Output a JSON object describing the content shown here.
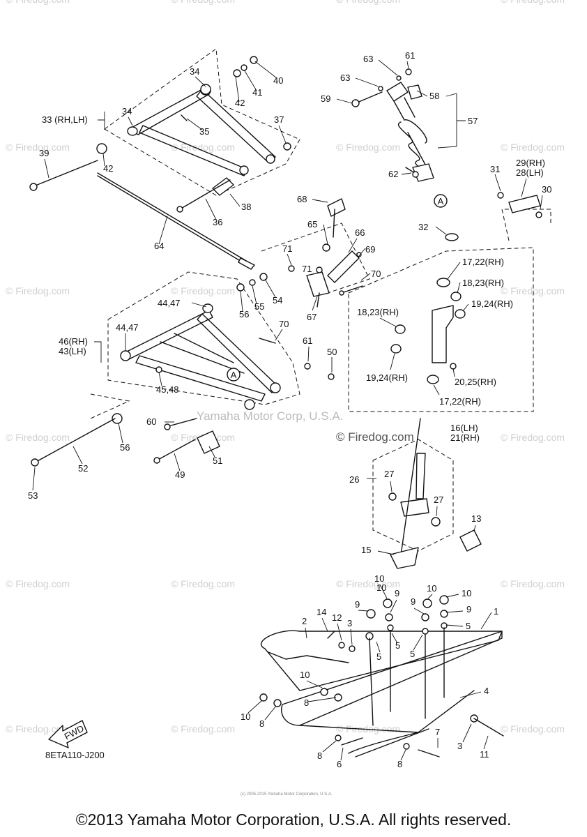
{
  "watermark": "© Firedog.com",
  "center_watermark": "© Firedog.com",
  "yamaha_watermark": "Yamaha Motor Corp, U.S.A.",
  "small_copyright": "(c) 2005-2015 Yamaha Motor Corporation, U.S.A.",
  "diagram_code": "8ETA110-J200",
  "fwd_label": "FWD",
  "footer_copyright": "©2013 Yamaha Motor Corporation, U.S.A. All rights reserved.",
  "reference_mark": "A",
  "callouts": {
    "c40": "40",
    "c34a": "34",
    "c41": "41",
    "c42a": "42",
    "c34b": "34",
    "c33": "33 (RH,LH)",
    "c35": "35",
    "c37": "37",
    "c39": "39",
    "c42b": "42",
    "c38": "38",
    "c36": "36",
    "c64": "64",
    "c61a": "61",
    "c63a": "63",
    "c63b": "63",
    "c58": "58",
    "c59": "59",
    "c57": "57",
    "c62": "62",
    "c68": "68",
    "c65": "65",
    "c66": "66",
    "c69": "69",
    "c70a": "70",
    "c71a": "71",
    "c71b": "71",
    "c67": "67",
    "c54": "54",
    "c55": "55",
    "c56a": "56",
    "c4447a": "44,47",
    "c4447b": "44,47",
    "c46": "46(RH)",
    "c43": "43(LH)",
    "c70b": "70",
    "c61b": "61",
    "c50": "50",
    "c4548": "45,48",
    "c60": "60",
    "c56b": "56",
    "c52": "52",
    "c53": "53",
    "c51": "51",
    "c49": "49",
    "c31": "31",
    "c2928a": "29(RH)",
    "c2928b": "28(LH)",
    "c30": "30",
    "c32": "32",
    "c1722a": "17,22(RH)",
    "c1823a": "18,23(RH)",
    "c1924a": "19,24(RH)",
    "c1823b": "18,23(RH)",
    "c1924b": "19,24(RH)",
    "c2025": "20,25(RH)",
    "c1722b": "17,22(RH)",
    "c1621a": "16(LH)",
    "c1621b": "21(RH)",
    "c26": "26",
    "c27a": "27",
    "c27b": "27",
    "c13": "13",
    "c15": "15",
    "c10a": "10",
    "c10b": "10",
    "c10c": "10",
    "c10d": "10",
    "c9a": "9",
    "c9b": "9",
    "c9c": "9",
    "c9d": "9",
    "c14": "14",
    "c12": "12",
    "c3a": "3",
    "c2": "2",
    "c5a": "5",
    "c5b": "5",
    "c5c": "5",
    "c5d": "5",
    "c1": "1",
    "c10e": "10",
    "c8a": "8",
    "c4": "4",
    "c10f": "10",
    "c8b": "8",
    "c7": "7",
    "c3b": "3",
    "c11": "11",
    "c8c": "8",
    "c6": "6",
    "c8d": "8"
  }
}
